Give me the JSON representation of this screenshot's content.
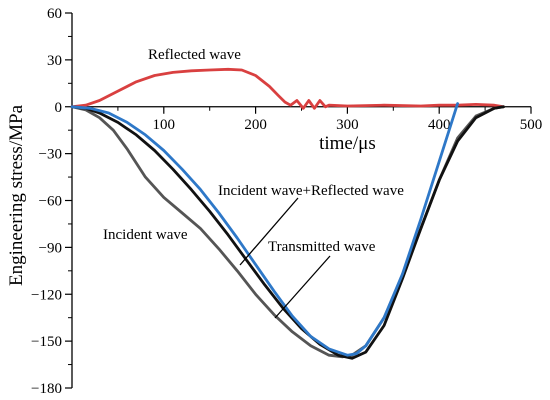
{
  "chart_data": {
    "type": "line",
    "xlabel": "time/μs",
    "ylabel": "Engineering stress/MPa",
    "xlim": [
      0,
      500
    ],
    "ylim": [
      -180,
      60
    ],
    "xticks": [
      100,
      200,
      300,
      400,
      500
    ],
    "yticks": [
      60,
      30,
      0,
      -30,
      -60,
      -90,
      -120,
      -150,
      -180
    ],
    "grid": false,
    "legend": "none",
    "series": [
      {
        "name": "Reflected wave",
        "color": "#d94040",
        "x": [
          0,
          15,
          30,
          50,
          70,
          90,
          110,
          130,
          150,
          170,
          185,
          200,
          215,
          225,
          232,
          238,
          245,
          252,
          258,
          264,
          270,
          276,
          280,
          300,
          340,
          380,
          400,
          420,
          440,
          460,
          470
        ],
        "y": [
          0,
          1,
          4,
          10,
          16,
          20,
          22,
          23,
          23.5,
          24,
          23.5,
          20,
          13,
          7,
          3,
          1,
          4,
          -1,
          4,
          -1,
          4,
          0,
          1,
          0.5,
          1,
          0.5,
          1,
          1,
          1.5,
          1,
          0
        ]
      },
      {
        "name": "Incident wave",
        "color": "#555555",
        "x": [
          0,
          15,
          30,
          45,
          60,
          80,
          100,
          120,
          140,
          160,
          180,
          200,
          220,
          240,
          260,
          280,
          295,
          305,
          320,
          340,
          360,
          380,
          400,
          420,
          440,
          460,
          470
        ],
        "y": [
          0,
          -2,
          -7,
          -15,
          -27,
          -45,
          -58,
          -68,
          -78,
          -91,
          -105,
          -120,
          -133,
          -144,
          -153,
          -159,
          -160,
          -159,
          -153,
          -135,
          -108,
          -78,
          -47,
          -20,
          -6,
          -1,
          0
        ]
      },
      {
        "name": "Incident wave+Reflected wave",
        "color": "#111111",
        "x": [
          0,
          15,
          30,
          50,
          70,
          90,
          110,
          130,
          150,
          170,
          190,
          210,
          230,
          250,
          270,
          290,
          305,
          320,
          340,
          360,
          380,
          400,
          420,
          440,
          460,
          470
        ],
        "y": [
          0,
          -1,
          -4,
          -10,
          -18,
          -28,
          -40,
          -53,
          -67,
          -82,
          -98,
          -114,
          -129,
          -142,
          -152,
          -159,
          -161,
          -157,
          -140,
          -110,
          -78,
          -47,
          -22,
          -7,
          -1,
          0
        ]
      },
      {
        "name": "Transmitted wave",
        "color": "#2e78c8",
        "x": [
          0,
          20,
          40,
          60,
          80,
          100,
          120,
          140,
          160,
          180,
          200,
          220,
          240,
          260,
          280,
          300,
          310,
          320,
          340,
          360,
          380,
          400,
          420
        ],
        "y": [
          0,
          -1,
          -4,
          -10,
          -18,
          -28,
          -40,
          -53,
          -68,
          -84,
          -101,
          -118,
          -134,
          -147,
          -155,
          -159,
          -158,
          -153,
          -135,
          -107,
          -72,
          -35,
          2
        ]
      }
    ],
    "annotations": [
      {
        "text": "Reflected wave",
        "series": "Reflected wave"
      },
      {
        "text": "Incident wave",
        "series": "Incident wave"
      },
      {
        "text": "Incident wave+Reflected wave",
        "series": "Incident wave+Reflected wave"
      },
      {
        "text": "Transmitted wave",
        "series": "Transmitted wave"
      }
    ]
  }
}
